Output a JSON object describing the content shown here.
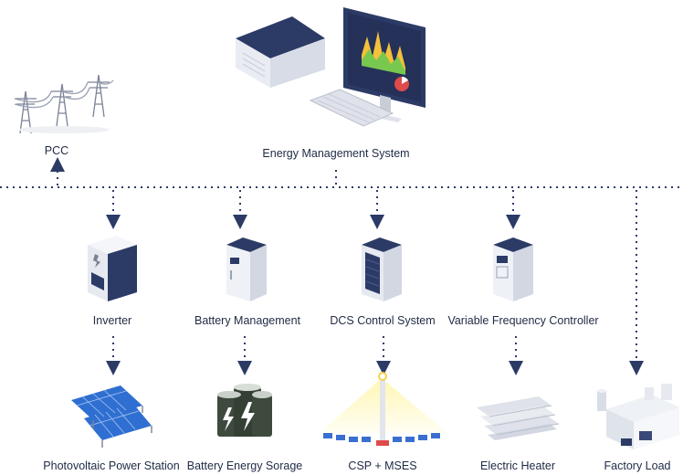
{
  "top": {
    "pcc_label": "PCC",
    "ems_label": "Energy Management System"
  },
  "controllers": [
    {
      "label": "Inverter"
    },
    {
      "label": "Battery Management"
    },
    {
      "label": "DCS Control System"
    },
    {
      "label": "Variable Frequency Controller"
    }
  ],
  "assets": [
    {
      "label": "Photovoltaic Power Station"
    },
    {
      "label": "Battery Energy Sorage"
    },
    {
      "label": "CSP + MSES"
    },
    {
      "label": "Electric Heater"
    },
    {
      "label": "Factory Load"
    }
  ],
  "colors": {
    "navy": "#2c3a66",
    "arrow": "#2c3a66",
    "device_body": "#eef1f6",
    "solar_blue": "#2f6fd1",
    "battery_green": "#3e4a3e",
    "sun_yellow": "#fff3a0"
  }
}
